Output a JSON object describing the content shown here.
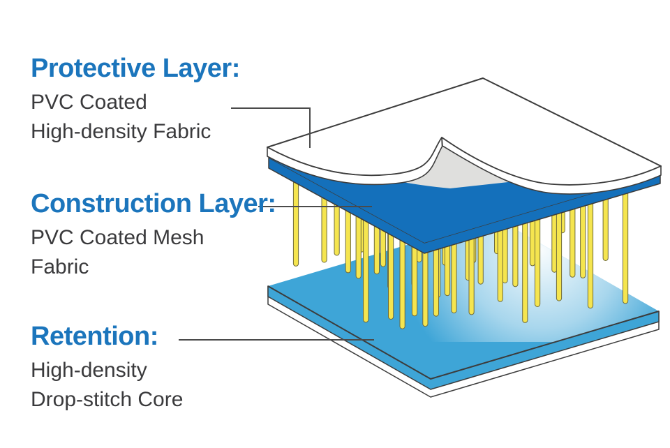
{
  "colors": {
    "background": "#FFFFFF",
    "accent_blue": "#1B75BC",
    "construction_blue": "#1470BB",
    "retention_blue": "#3EA5D7",
    "thread_yellow": "#F5E54F",
    "thread_outline": "#6F6B3C",
    "underside_gray": "#DFDFDD",
    "outline_dark": "#3C3C3C",
    "leader_gray": "#4A4A4A",
    "text_dark": "#3A3A3C"
  },
  "labels": {
    "protective": {
      "heading": "Protective Layer:",
      "line1": "PVC Coated",
      "line2": "High-density Fabric"
    },
    "construction": {
      "heading": "Construction Layer:",
      "line1": "PVC Coated Mesh",
      "line2": "Fabric"
    },
    "retention": {
      "heading": "Retention:",
      "line1": "High-density",
      "line2": "Drop-stitch Core"
    }
  }
}
